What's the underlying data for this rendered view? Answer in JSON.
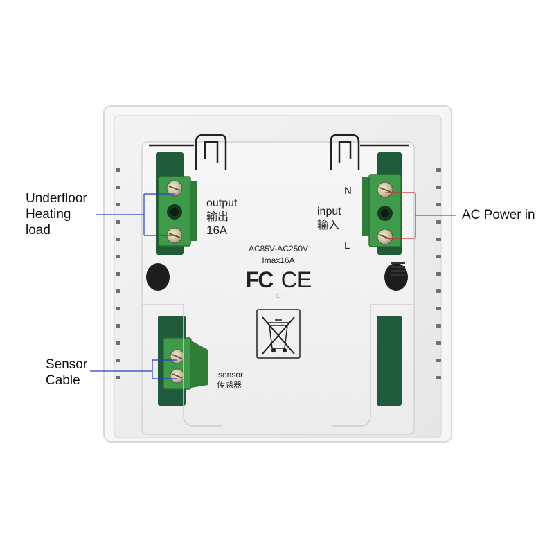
{
  "callouts": {
    "underfloor": [
      "Underfloor",
      "Heating",
      "load"
    ],
    "ac_power": [
      "AC Power in"
    ],
    "sensor": [
      "Sensor",
      "Cable"
    ]
  },
  "board": {
    "output": [
      "output",
      "输出",
      "16A"
    ],
    "input": [
      "input",
      "输入"
    ],
    "n_label": "N",
    "l_label": "L",
    "rating_voltage": "AC85V-AC250V",
    "rating_current": "Imax16A",
    "fc_mark": "FC",
    "ce_mark": "CE",
    "sensor": [
      "sensor",
      "传感器"
    ]
  },
  "colors": {
    "callout_line_left": "#2a3fbf",
    "callout_line_right": "#d0303a",
    "terminal_green": "#3f9b4a",
    "pcb_green": "#1f5b3a",
    "housing": "#f4f4f4"
  }
}
